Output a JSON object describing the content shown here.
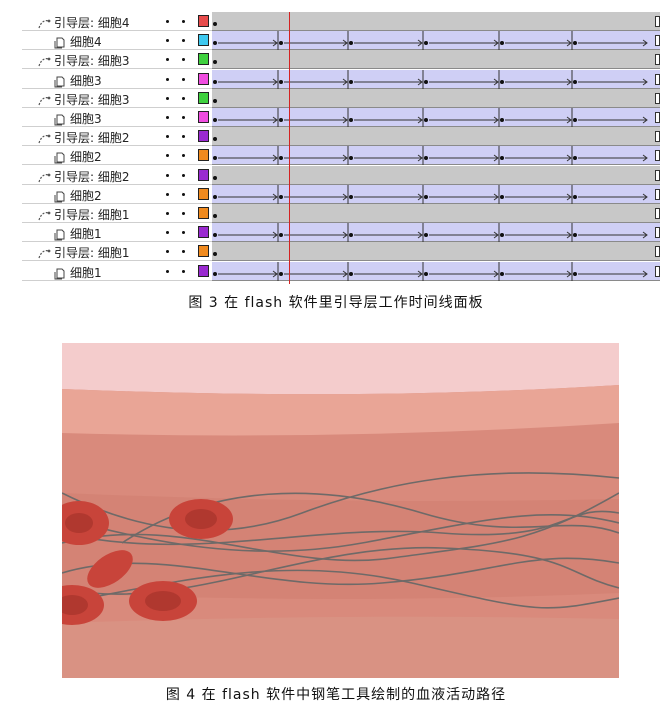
{
  "timeline": {
    "layers": [
      {
        "name": "引导层: 细胞4",
        "type": "guide",
        "color": "#e84c4c"
      },
      {
        "name": "细胞4",
        "type": "layer",
        "color": "#3ec9f0"
      },
      {
        "name": "引导层: 细胞3",
        "type": "guide",
        "color": "#3fd13f"
      },
      {
        "name": "细胞3",
        "type": "layer",
        "color": "#f04ce0"
      },
      {
        "name": "引导层: 细胞3",
        "type": "guide",
        "color": "#3fd13f"
      },
      {
        "name": "细胞3",
        "type": "layer",
        "color": "#f04ce0"
      },
      {
        "name": "引导层: 细胞2",
        "type": "guide",
        "color": "#9a2ad0"
      },
      {
        "name": "细胞2",
        "type": "layer",
        "color": "#f08a1e"
      },
      {
        "name": "引导层: 细胞2",
        "type": "guide",
        "color": "#9a2ad0"
      },
      {
        "name": "细胞2",
        "type": "layer",
        "color": "#f08a1e"
      },
      {
        "name": "引导层: 细胞1",
        "type": "guide",
        "color": "#f08a1e"
      },
      {
        "name": "细胞1",
        "type": "layer",
        "color": "#9a2ad0"
      },
      {
        "name": "引导层: 细胞1",
        "type": "guide",
        "color": "#f08a1e"
      },
      {
        "name": "细胞1",
        "type": "layer",
        "color": "#9a2ad0"
      }
    ],
    "accent_colors": {
      "playhead": "#d42222",
      "guide_frames": "#c8c8c8",
      "tween_frames": "#cfcff5"
    }
  },
  "captions": {
    "fig3": "图 3   在 flash 软件里引导层工作时间线面板",
    "fig4": "图 4   在 flash 软件中钢笔工具绘制的血液活动路径"
  },
  "colors": {
    "vessel_top": "#f4cccc",
    "vessel_band": "#d98878",
    "cell": "#c8443a"
  }
}
